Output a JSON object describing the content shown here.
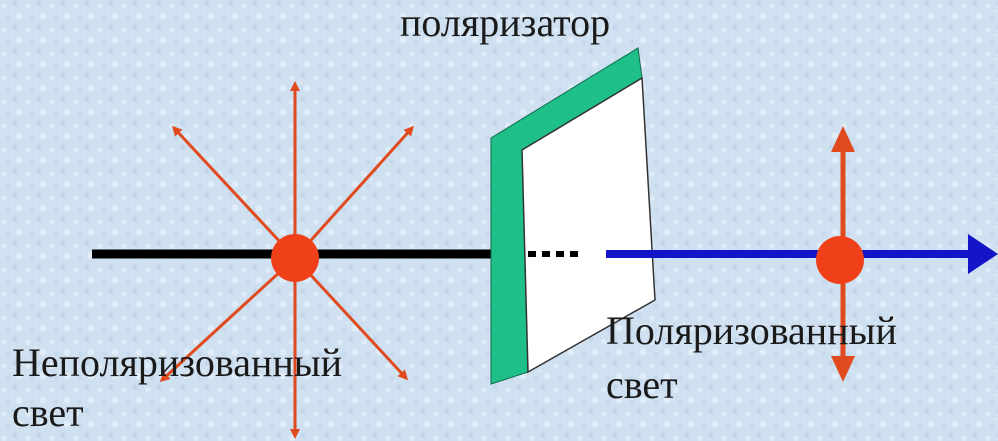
{
  "labels": {
    "polarizer": "поляризатор",
    "unpolarized_line1": "Неполяризованный",
    "unpolarized_line2": "свет",
    "polarized_line1": "Поляризованный",
    "polarized_line2": "свет"
  },
  "colors": {
    "background": "#cfe0f0",
    "incoming_beam": "#000000",
    "outgoing_beam": "#1414c8",
    "field_vectors": "#e04a1e",
    "source_dot": "#f0401a",
    "polarizer_frame": "#1fbf8a",
    "polarizer_plate": "#ffffff"
  }
}
